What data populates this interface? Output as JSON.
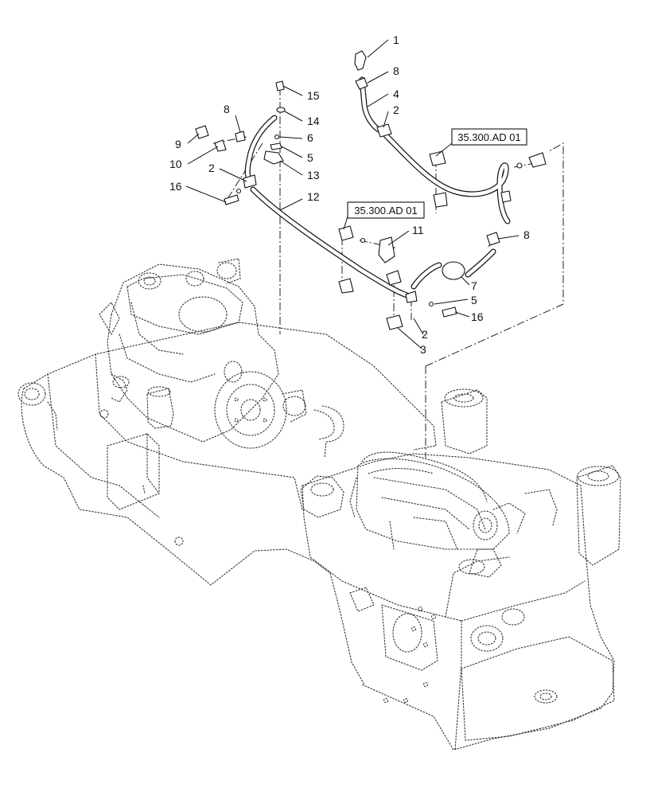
{
  "callouts": {
    "c1": "1",
    "c8a": "8",
    "c4": "4",
    "c2a": "2",
    "c15": "15",
    "c8b": "8",
    "c14": "14",
    "c9": "9",
    "c6": "6",
    "c10": "10",
    "c5a": "5",
    "c2b": "2",
    "c13": "13",
    "c16a": "16",
    "c12": "12",
    "c11": "11",
    "c8c": "8",
    "c7": "7",
    "c5b": "5",
    "c16b": "16",
    "c2c": "2",
    "c3": "3"
  },
  "refs": {
    "r1": "35.300.AD 01",
    "r2": "35.300.AD 01"
  }
}
